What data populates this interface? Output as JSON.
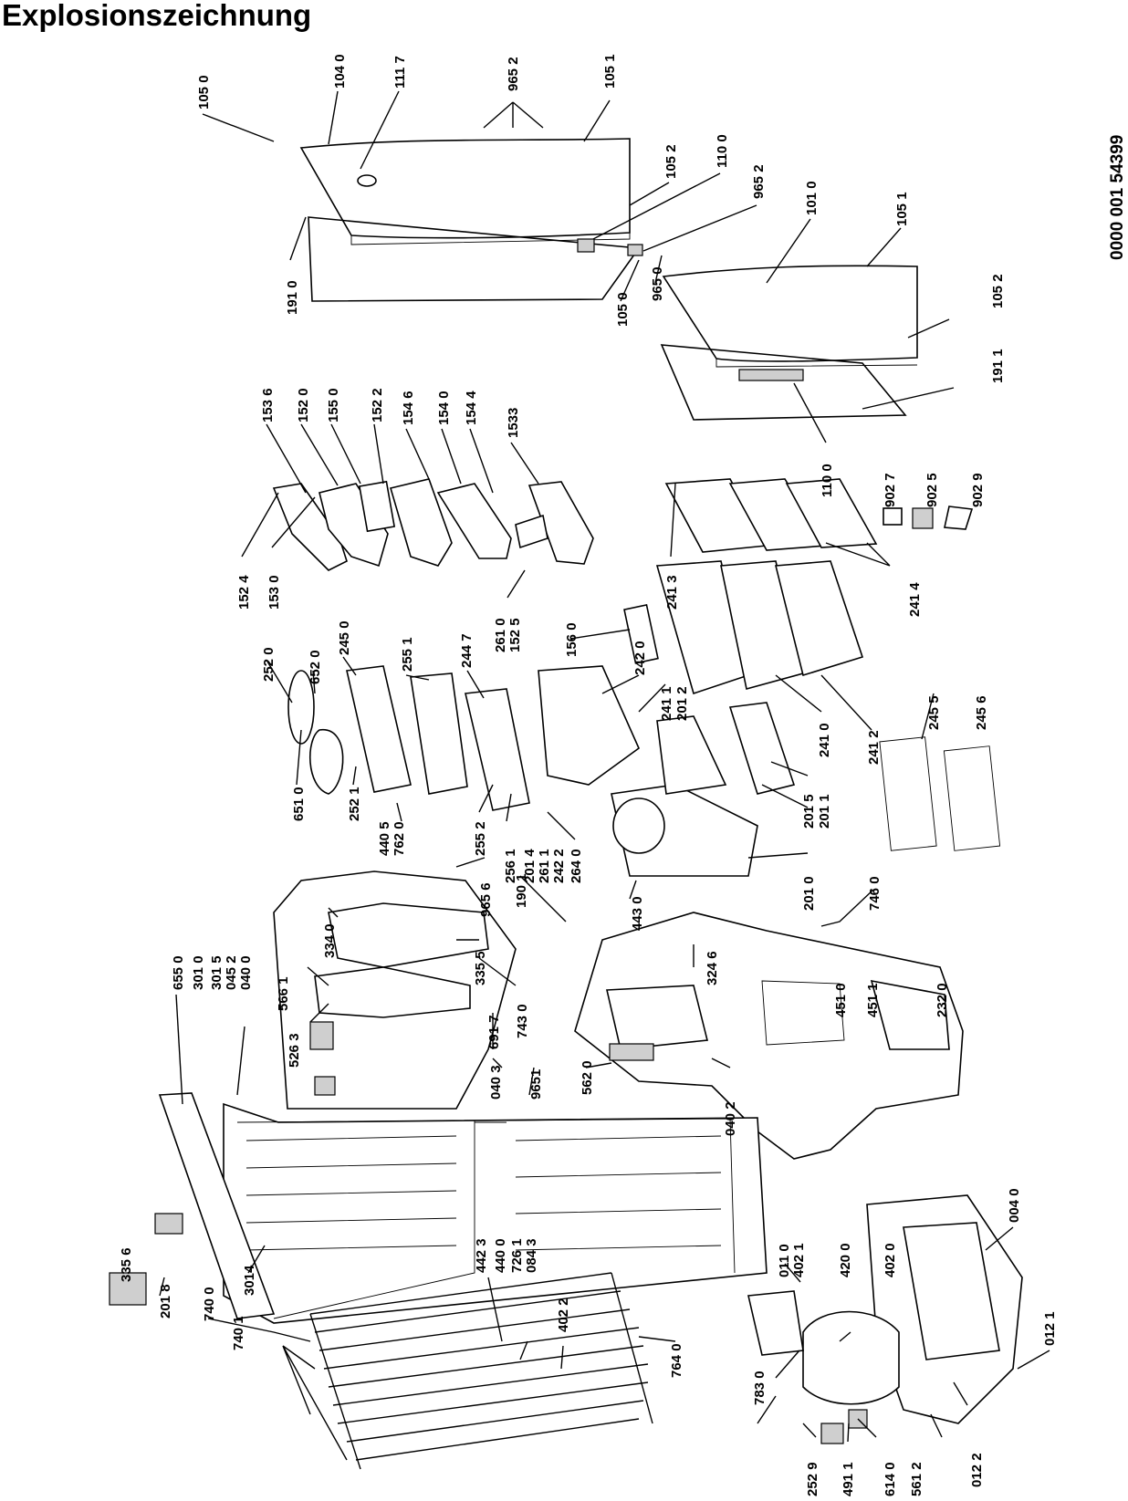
{
  "title": "Explosionszeichnung",
  "drawing_number": "0000 001 54399",
  "labels": {
    "l1050a": "105 0",
    "l1040": "104 0",
    "l1117": "111 7",
    "l9652a": "965 2",
    "l1051a": "105 1",
    "l1052a": "105 2",
    "l1100a": "110 0",
    "l9652b": "965 2",
    "l1010": "101 0",
    "l1051b": "105 1",
    "l1910": "191 0",
    "l1050b": "105 0",
    "l9650": "965 0",
    "l1052b": "105 2",
    "l1911": "191 1",
    "l1536": "153 6",
    "l1520": "152 0",
    "l1550": "155 0",
    "l1522": "152 2",
    "l1546": "154 6",
    "l1540": "154 0",
    "l1544": "154 4",
    "l1533": "1533",
    "l1100b": "110 0",
    "l9027": "902 7",
    "l9025": "902 5",
    "l9029": "902 9",
    "l1524": "152 4",
    "l1530": "153 0",
    "l2413": "241 3",
    "l2414": "241 4",
    "l2610": "261 0",
    "l1525": "152 5",
    "l1560": "156 0",
    "l2520": "252 0",
    "l6520": "652 0",
    "l2450": "245 0",
    "l2551": "255 1",
    "l2447": "244 7",
    "l2420": "242 0",
    "l2411": "241 1",
    "l2012a": "201 2",
    "l2410": "241 0",
    "l2412": "241 2",
    "l2455": "245 5",
    "l2456": "245 6",
    "l6510": "651 0",
    "l2521": "252 1",
    "l4405": "440 5",
    "l7620": "762 0",
    "l2552": "255 2",
    "l2561": "256 1",
    "l2014": "201 4",
    "l2611": "261 1",
    "l2422": "242 2",
    "l2640": "264 0",
    "l2015": "201 5",
    "l2011": "201 1",
    "l2010": "201 0",
    "l7460": "746 0",
    "l1901": "190 1",
    "l4430": "443 0",
    "l9656": "965 6",
    "l3340": "334 0",
    "l3355": "335 5",
    "l5661": "566 1",
    "l7430": "743 0",
    "l5263": "526 3",
    "l6917": "691 7",
    "l0403": "040 3",
    "l9651": "9651",
    "l5620": "562 0",
    "l3246": "324 6",
    "l4510": "451 0",
    "l4511": "451 1",
    "l2320": "232 0",
    "l0402a": "040 2",
    "l6550": "655 0",
    "l3010": "301 0",
    "l3015": "301 5",
    "l0452": "045 2",
    "l0400": "040 0",
    "l3356": "335 6",
    "l2018": "201 8",
    "l3014": "3014",
    "l7400": "740 0",
    "l7401": "740 1",
    "l4423": "442 3",
    "l4400": "440 0",
    "l7261": "726 1",
    "l0843": "084 3",
    "l4022": "402 2",
    "l7640": "764 0",
    "l0110": "011 0",
    "l4021": "402 1",
    "l4200": "420 0",
    "l4020": "402 0",
    "l0040": "004 0",
    "l0121": "012 1",
    "l7830": "783 0",
    "l2529": "252 9",
    "l4911": "491 1",
    "l6140": "614 0",
    "l5612": "561 2",
    "l0122": "012 2"
  }
}
